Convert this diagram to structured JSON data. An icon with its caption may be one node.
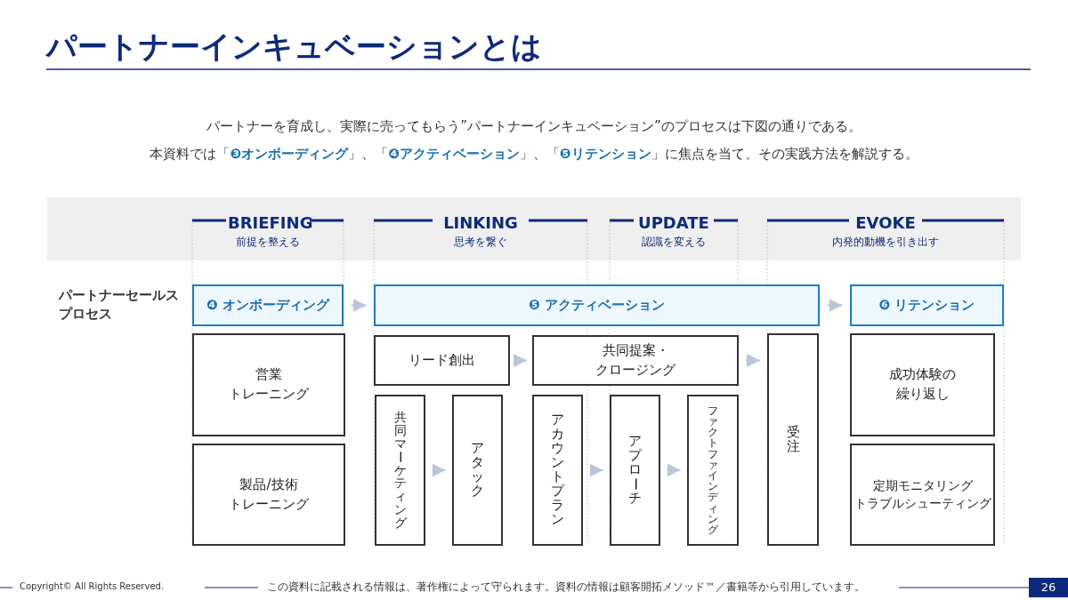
{
  "diagram": {
    "title": "パートナーインキュベーションとは",
    "nodes": [
      {
        "text": [
          "❹ オンボーディング"
        ]
      },
      {
        "text": [
          "❺ アクティベーション"
        ]
      },
      {
        "text": [
          "❻ リテンション"
        ]
      },
      {
        "text": [
          "営業トレーニング"
        ]
      },
      {
        "text": [
          "製品/技術トレーニング"
        ]
      },
      {
        "text": [
          "リード創出"
        ]
      },
      {
        "text": [
          "共同提案・クロージング"
        ]
      },
      {
        "text": [
          "共同マーケティング"
        ]
      },
      {
        "text": [
          "アタック"
        ]
      },
      {
        "text": [
          "アカウントプラン"
        ]
      },
      {
        "text": [
          "アプローチ"
        ]
      },
      {
        "text": [
          "ファクトファインディング"
        ]
      },
      {
        "text": [
          "受注"
        ]
      },
      {
        "text": [
          "成功体験の繰り返し"
        ]
      },
      {
        "text": [
          "定期モニタリングトラブルシューティング"
        ]
      }
    ],
    "edges": [
      {
        "from": 0,
        "to": 1,
        "arrow": "to"
      },
      {
        "from": 1,
        "to": 2,
        "arrow": "to"
      },
      {
        "from": 5,
        "to": 6,
        "arrow": "to"
      },
      {
        "from": 6,
        "to": 12,
        "arrow": "to"
      },
      {
        "from": 7,
        "to": 8,
        "arrow": "to"
      },
      {
        "from": 9,
        "to": 10,
        "arrow": "to"
      },
      {
        "from": 10,
        "to": 11,
        "arrow": "to"
      }
    ],
    "labels": [
      "パートナーを育成し、実際に売ってもらう”パートナーインキュベーション”のプロセスは下図の通りである。",
      "本資料では「**❸オンボーディング**」、「**❹アクティベーション**」、「**❺リテンション**」に焦点を当て、その実践方法を解説する。",
      "BRIEFING",
      "前提を整える",
      "LINKING",
      "思考を繋ぐ",
      "UPDATE",
      "認識を変える",
      "EVOKE",
      "内発的動機を引き出す",
      "パートナーセールスプロセス",
      "Copyright© All Rights Reserved.",
      "この資料に記載される情報は、著作権によって守られます。資料の情報は顧客開拓メソッド™／書籍等から引用しています。",
      "26"
    ]
  }
}
